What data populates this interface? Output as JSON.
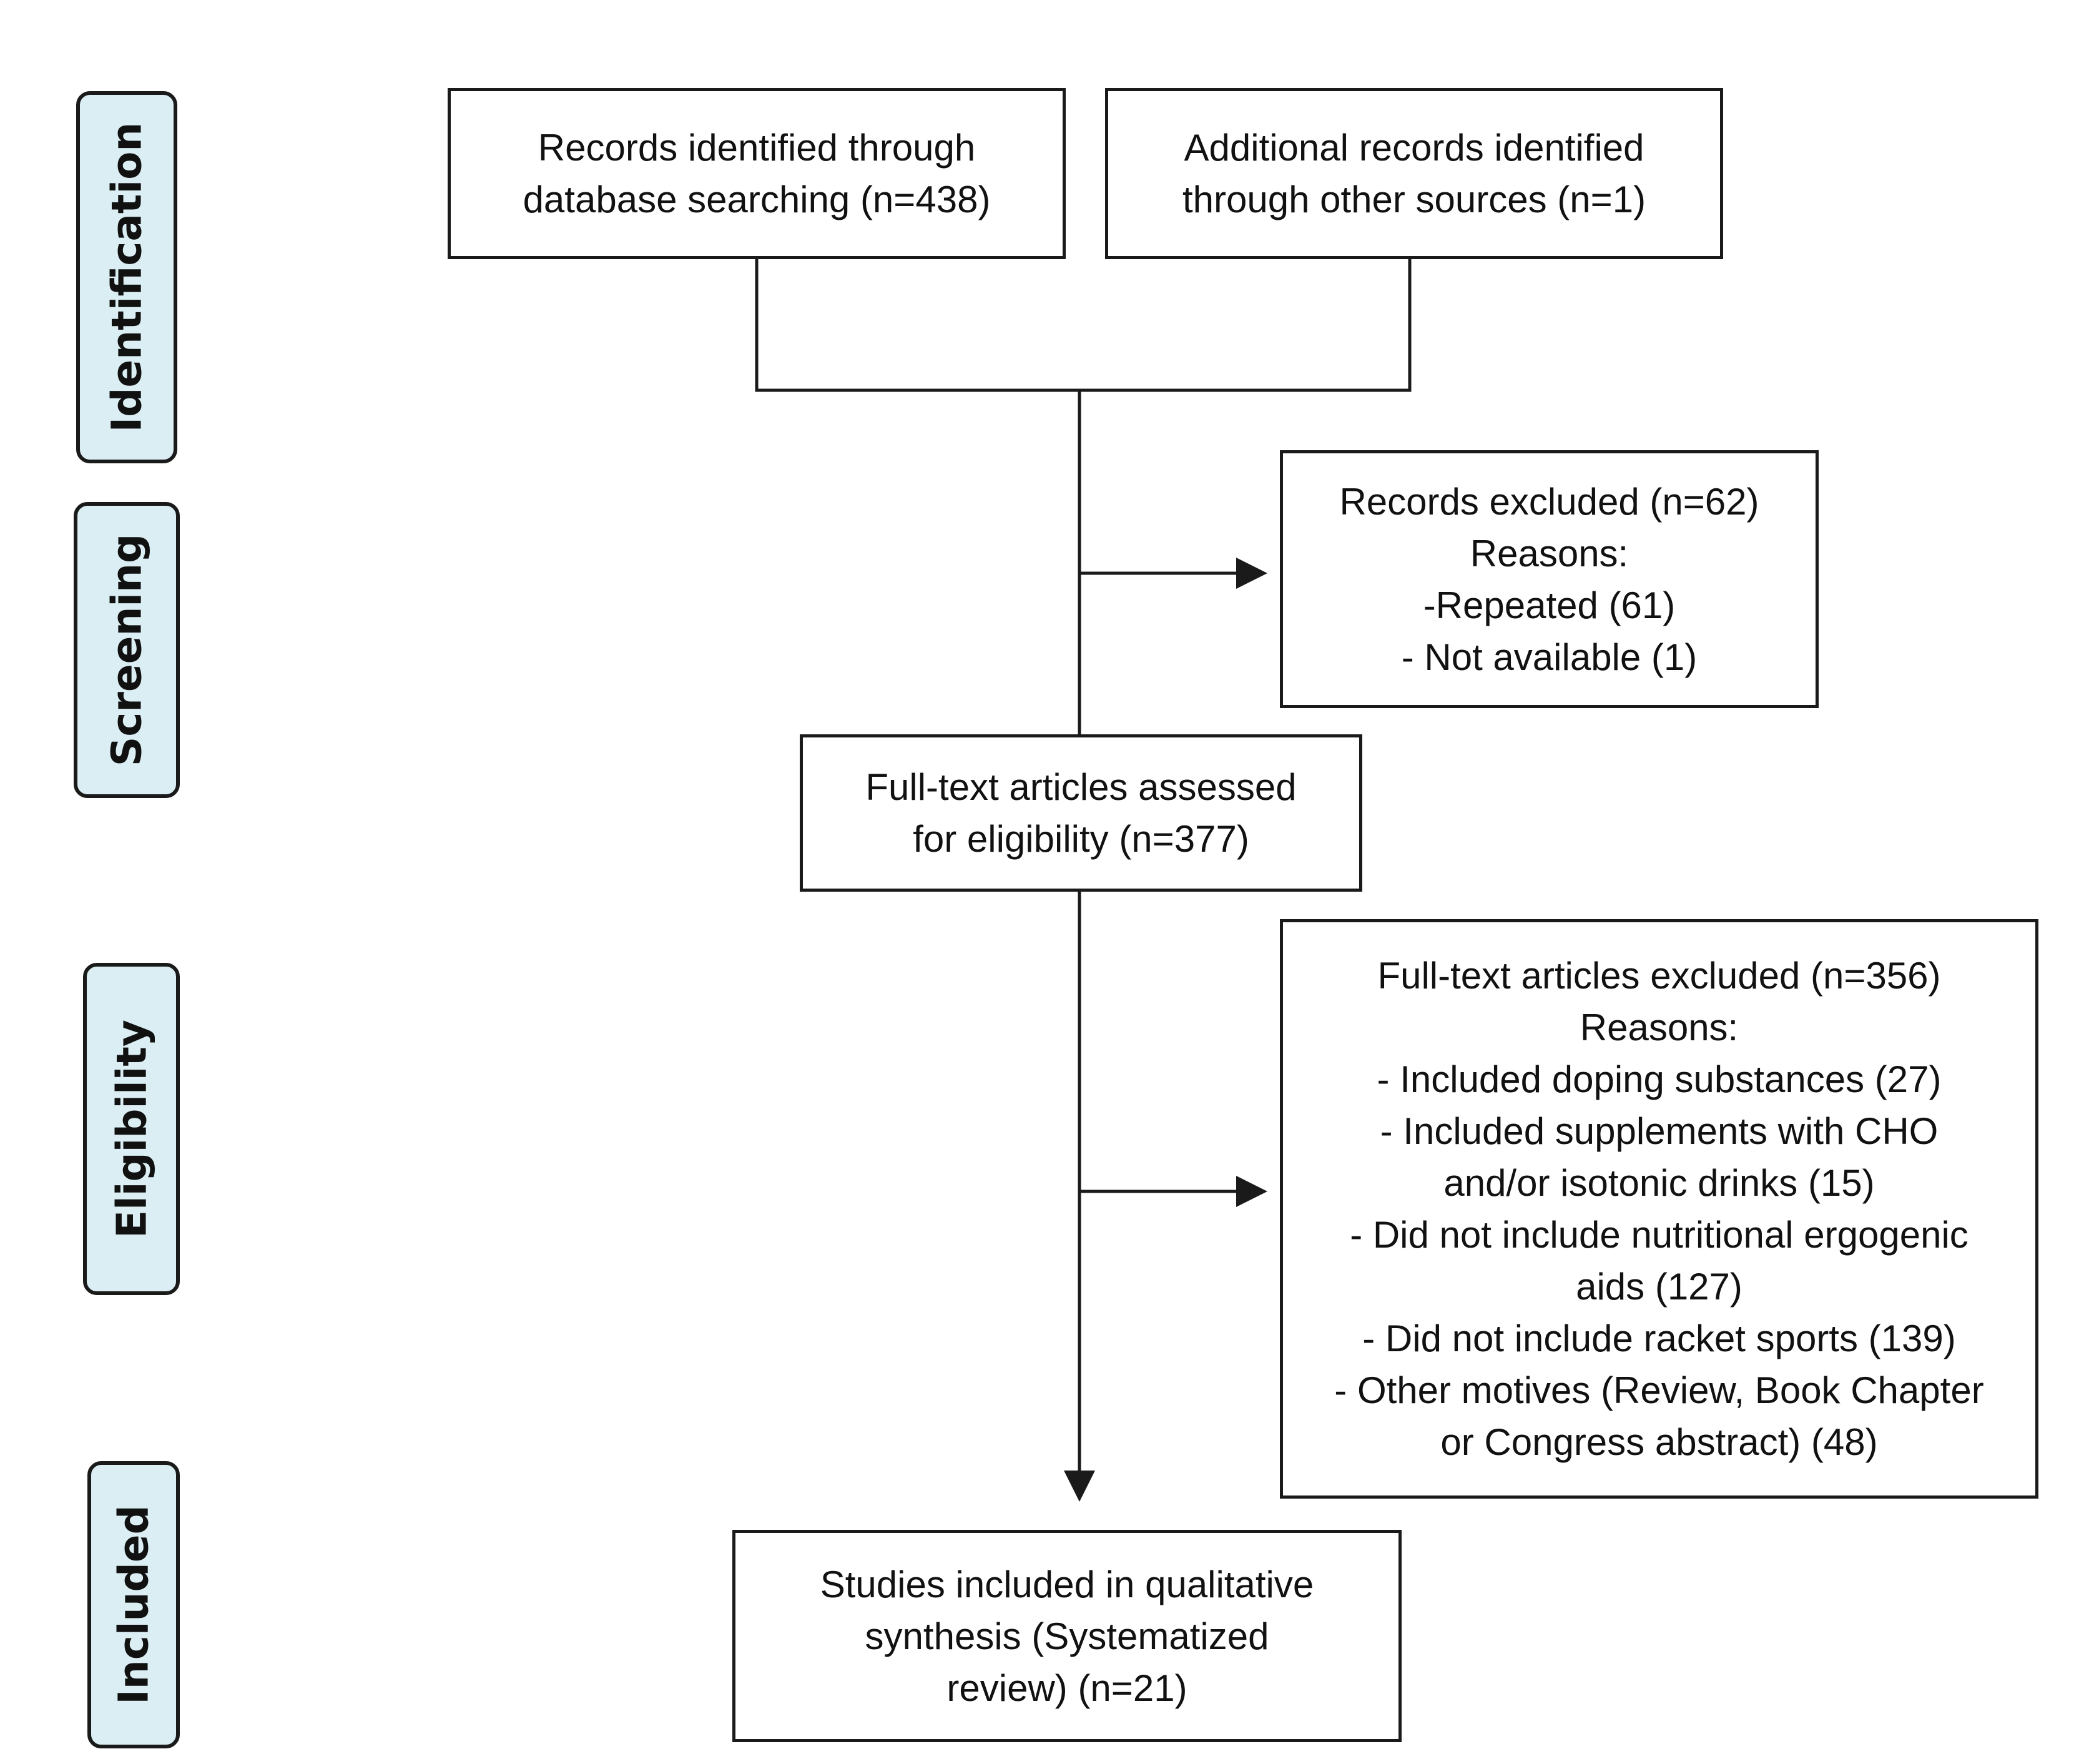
{
  "stages": {
    "identification": "Identification",
    "screening": "Screening",
    "eligibility": "Eligibility",
    "included": "Included"
  },
  "boxes": {
    "database_records": [
      "Records identified through",
      "database searching (n=438)"
    ],
    "additional_records": [
      "Additional records identified",
      "through other sources (n=1)"
    ],
    "records_excluded": [
      "Records excluded (n=62)",
      "Reasons:",
      "-Repeated (61)",
      "- Not available (1)"
    ],
    "fulltext_assessed": [
      "Full-text articles assessed",
      "for eligibility (n=377)"
    ],
    "fulltext_excluded": [
      "Full-text articles excluded (n=356)",
      "Reasons:",
      "- Included doping substances (27)",
      "- Included supplements with CHO",
      "and/or isotonic drinks (15)",
      "- Did not include nutritional ergogenic",
      "aids (127)",
      "- Did not include racket sports (139)",
      "- Other motives (Review, Book Chapter",
      "or Congress abstract) (48)"
    ],
    "studies_included": [
      "Studies included in qualitative",
      "synthesis (Systematized",
      "review) (n=21)"
    ]
  },
  "colors": {
    "stage_fill": "#daeef3",
    "stroke": "#1a1a1a"
  }
}
